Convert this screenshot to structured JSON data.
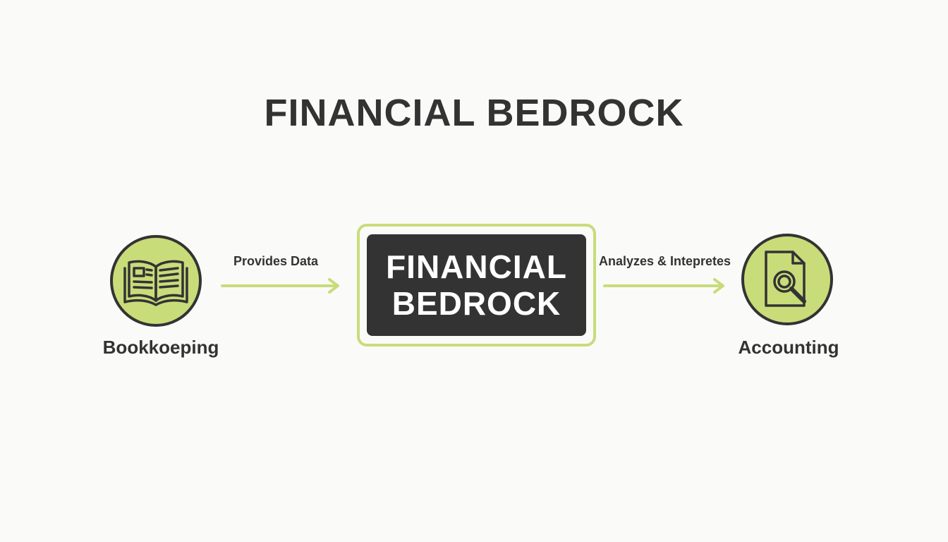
{
  "title": "FINANCIAL BEDROCK",
  "colors": {
    "accent": "#c8dc7a",
    "dark": "#333333",
    "background": "#fafaf9",
    "center_text": "#ffffff"
  },
  "nodes": {
    "left": {
      "label": "Bookkoeping",
      "icon": "open-book-icon"
    },
    "center": {
      "line1": "FINANCIAL",
      "line2": "BEDROCK"
    },
    "right": {
      "label": "Accounting",
      "icon": "document-search-icon"
    }
  },
  "edges": {
    "left_to_center": "Provides Data",
    "center_to_right": "Analyzes & Intepretes"
  }
}
